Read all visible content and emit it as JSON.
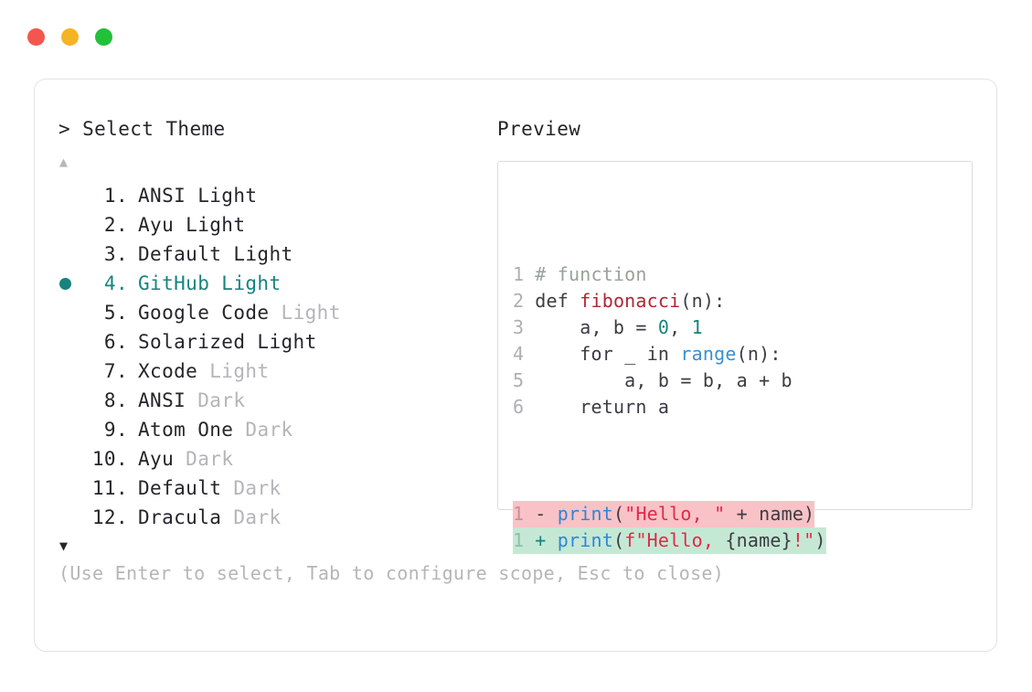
{
  "window": {
    "traffic_lights": [
      {
        "name": "close",
        "color": "#f4564e"
      },
      {
        "name": "minimize",
        "color": "#f5b423"
      },
      {
        "name": "maximize",
        "color": "#23c03a"
      }
    ]
  },
  "selector": {
    "prompt": "> Select Theme",
    "scroll_up_icon": "▲",
    "scroll_down_icon": "▼",
    "selected_index": 4,
    "selected_color": "#16847c",
    "items": [
      {
        "index": " 1.",
        "name": "ANSI Light",
        "variant": ""
      },
      {
        "index": " 2.",
        "name": "Ayu Light",
        "variant": ""
      },
      {
        "index": " 3.",
        "name": "Default Light",
        "variant": ""
      },
      {
        "index": " 4.",
        "name": "GitHub Light",
        "variant": ""
      },
      {
        "index": " 5.",
        "name": "Google Code",
        "variant": " Light"
      },
      {
        "index": " 6.",
        "name": "Solarized Light",
        "variant": ""
      },
      {
        "index": " 7.",
        "name": "Xcode",
        "variant": " Light"
      },
      {
        "index": " 8.",
        "name": "ANSI",
        "variant": " Dark"
      },
      {
        "index": " 9.",
        "name": "Atom One",
        "variant": " Dark"
      },
      {
        "index": "10.",
        "name": "Ayu",
        "variant": " Dark"
      },
      {
        "index": "11.",
        "name": "Default",
        "variant": " Dark"
      },
      {
        "index": "12.",
        "name": "Dracula",
        "variant": " Dark"
      }
    ]
  },
  "preview": {
    "label": "Preview",
    "code_lines": [
      {
        "num": "1",
        "tokens": [
          {
            "t": "# function",
            "c": "t-comment"
          }
        ]
      },
      {
        "num": "2",
        "tokens": [
          {
            "t": "def ",
            "c": "t-keyword"
          },
          {
            "t": "fibonacci",
            "c": "t-func"
          },
          {
            "t": "(n):",
            "c": "t-plain"
          }
        ]
      },
      {
        "num": "3",
        "tokens": [
          {
            "t": "    a, b = ",
            "c": "t-plain"
          },
          {
            "t": "0",
            "c": "t-number"
          },
          {
            "t": ", ",
            "c": "t-plain"
          },
          {
            "t": "1",
            "c": "t-number"
          }
        ]
      },
      {
        "num": "4",
        "tokens": [
          {
            "t": "    ",
            "c": "t-plain"
          },
          {
            "t": "for",
            "c": "t-keyword"
          },
          {
            "t": " _ ",
            "c": "t-plain"
          },
          {
            "t": "in",
            "c": "t-keyword"
          },
          {
            "t": " ",
            "c": "t-plain"
          },
          {
            "t": "range",
            "c": "t-builtin"
          },
          {
            "t": "(n):",
            "c": "t-plain"
          }
        ]
      },
      {
        "num": "5",
        "tokens": [
          {
            "t": "        a, b = b, a + b",
            "c": "t-plain"
          }
        ]
      },
      {
        "num": "6",
        "tokens": [
          {
            "t": "    ",
            "c": "t-plain"
          },
          {
            "t": "return",
            "c": "t-keyword"
          },
          {
            "t": " a",
            "c": "t-plain"
          }
        ]
      }
    ],
    "diff_lines": [
      {
        "num": "1",
        "sign": " - ",
        "kind": "del",
        "tokens": [
          {
            "t": "print",
            "c": "t-call"
          },
          {
            "t": "(",
            "c": "t-plain"
          },
          {
            "t": "\"Hello, \"",
            "c": "t-string"
          },
          {
            "t": " + name)",
            "c": "t-plain"
          }
        ]
      },
      {
        "num": "1",
        "sign": " + ",
        "kind": "add",
        "tokens": [
          {
            "t": "print",
            "c": "t-call"
          },
          {
            "t": "(",
            "c": "t-plain"
          },
          {
            "t": "f\"Hello, ",
            "c": "t-string"
          },
          {
            "t": "{name}",
            "c": "t-plain"
          },
          {
            "t": "!\"",
            "c": "t-string"
          },
          {
            "t": ")",
            "c": "t-plain"
          }
        ]
      }
    ],
    "colors": {
      "diff_removed_bg": "#f9c2c6",
      "diff_added_bg": "#c5e8d4",
      "comment": "#98a29a",
      "function": "#b02633",
      "number": "#16847c",
      "builtin": "#3a8fd0",
      "string": "#e1294a"
    }
  },
  "footer": {
    "hint": "(Use Enter to select, Tab to configure scope, Esc to close)"
  }
}
